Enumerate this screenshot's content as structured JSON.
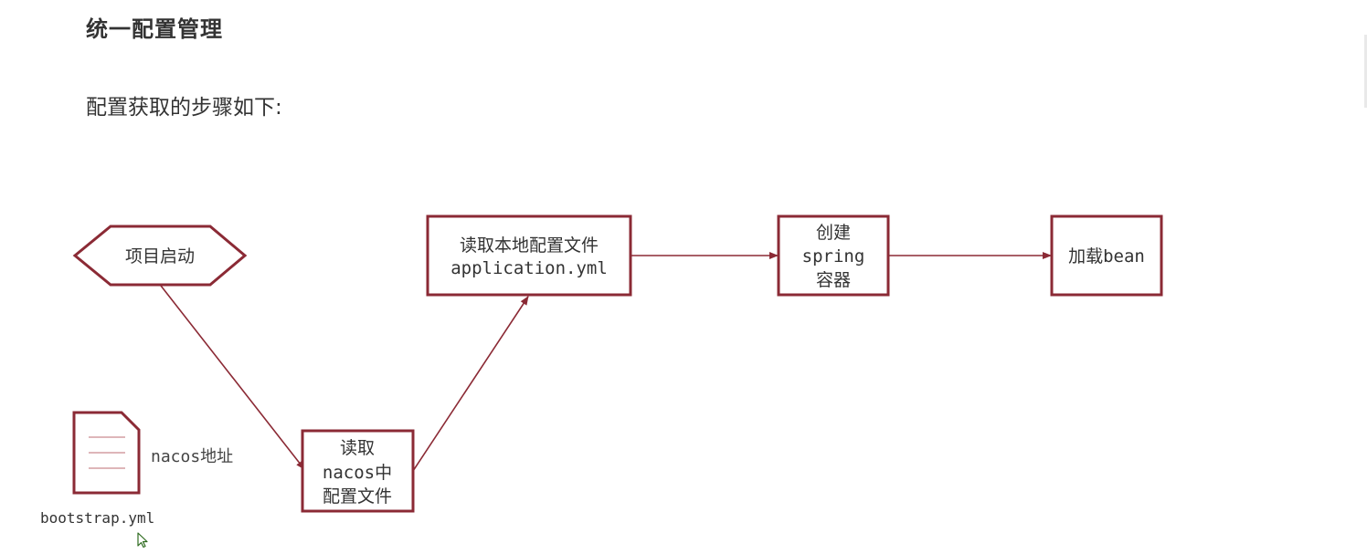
{
  "heading": "统一配置管理",
  "subtitle": "配置获取的步骤如下:",
  "diagram": {
    "stroke_color": "#8b2a35",
    "nodes": {
      "start": {
        "line1": "项目启动"
      },
      "read_nacos": {
        "line1": "读取",
        "line2": "nacos中",
        "line3": "配置文件"
      },
      "read_local": {
        "line1": "读取本地配置文件",
        "line2": "application.yml"
      },
      "create_spring": {
        "line1": "创建",
        "line2": "spring",
        "line3": "容器"
      },
      "load_bean": {
        "line1": "加载bean"
      }
    },
    "file": {
      "label": "bootstrap.yml",
      "note": "nacos地址"
    }
  }
}
